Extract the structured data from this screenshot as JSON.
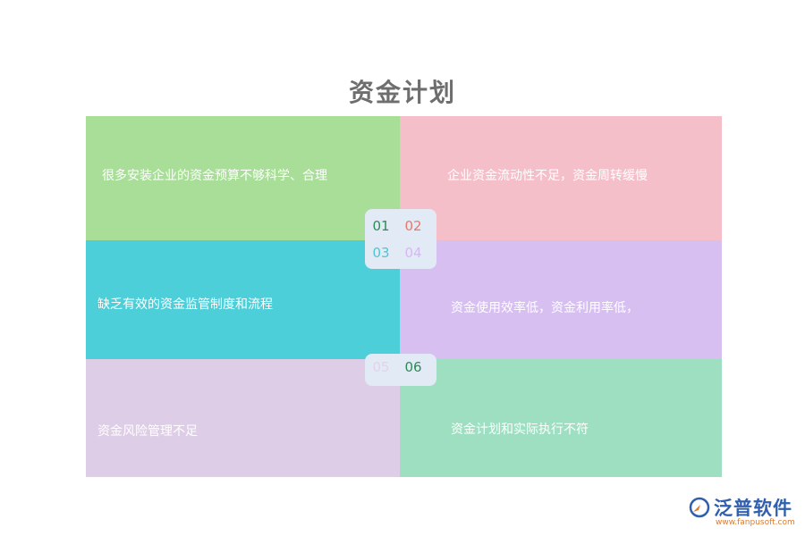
{
  "title": "资金计划",
  "items": [
    {
      "num": "01",
      "text": "很多安装企业的资金预算不够科学、合理",
      "color": "#a8de98"
    },
    {
      "num": "02",
      "text": "企业资金流动性不足，资金周转缓慢",
      "color": "#f5bfc9"
    },
    {
      "num": "03",
      "text": "缺乏有效的资金监管制度和流程",
      "color": "#4dcfd9"
    },
    {
      "num": "04",
      "text": "资金使用效率低，资金利用率低，",
      "color": "#d7bff2"
    },
    {
      "num": "05",
      "text": "资金风险管理不足",
      "color": "#decde6"
    },
    {
      "num": "06",
      "text": "资金计划和实际执行不符",
      "color": "#9ddfc0"
    }
  ],
  "logo": {
    "name": "泛普软件",
    "url": "www.fanpusoft.com",
    "icon": "fanpu-logo-icon"
  }
}
